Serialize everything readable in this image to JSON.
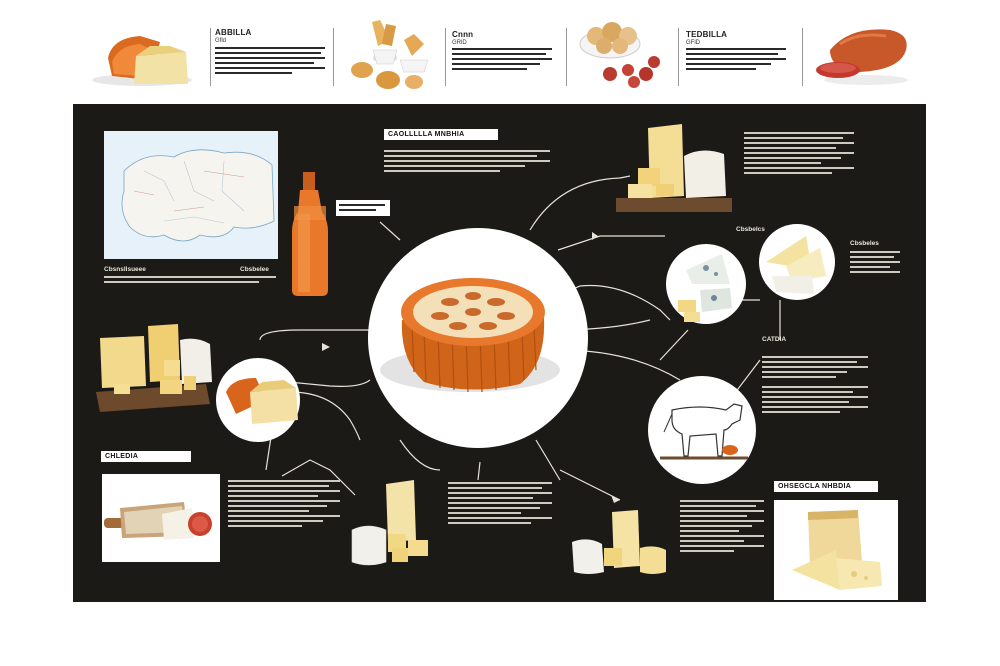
{
  "top_strip": {
    "items": [
      {
        "title": "ABBILLA",
        "subtitle": "Gfld"
      },
      {
        "title": "Cnnn",
        "subtitle": "GRlD"
      },
      {
        "title": "TEDBILLA",
        "subtitle": "GFlD"
      }
    ]
  },
  "panel": {
    "heading": "CAOLLLLLA MNBHIA",
    "labels": {
      "map_caption": "Cbsnsllsueee",
      "map_side": "Cbsbelee",
      "cheese_right_top": "Cbsbelcs",
      "cheese_right_caption": "Cbsbeles",
      "cattle": "CATDIA",
      "left_bottom": "CHLEDIA",
      "right_bottom": "OHSEGCLA NHBDIA"
    }
  },
  "colors": {
    "panel_bg": "#1b1a16",
    "cheese_orange": "#d96a1f",
    "cheese_yellow": "#f1d98a",
    "bottle_orange": "#e9782a"
  },
  "icons": {
    "bottle": "bottle-icon",
    "cow": "cow-icon",
    "map": "europe-map-icon"
  }
}
